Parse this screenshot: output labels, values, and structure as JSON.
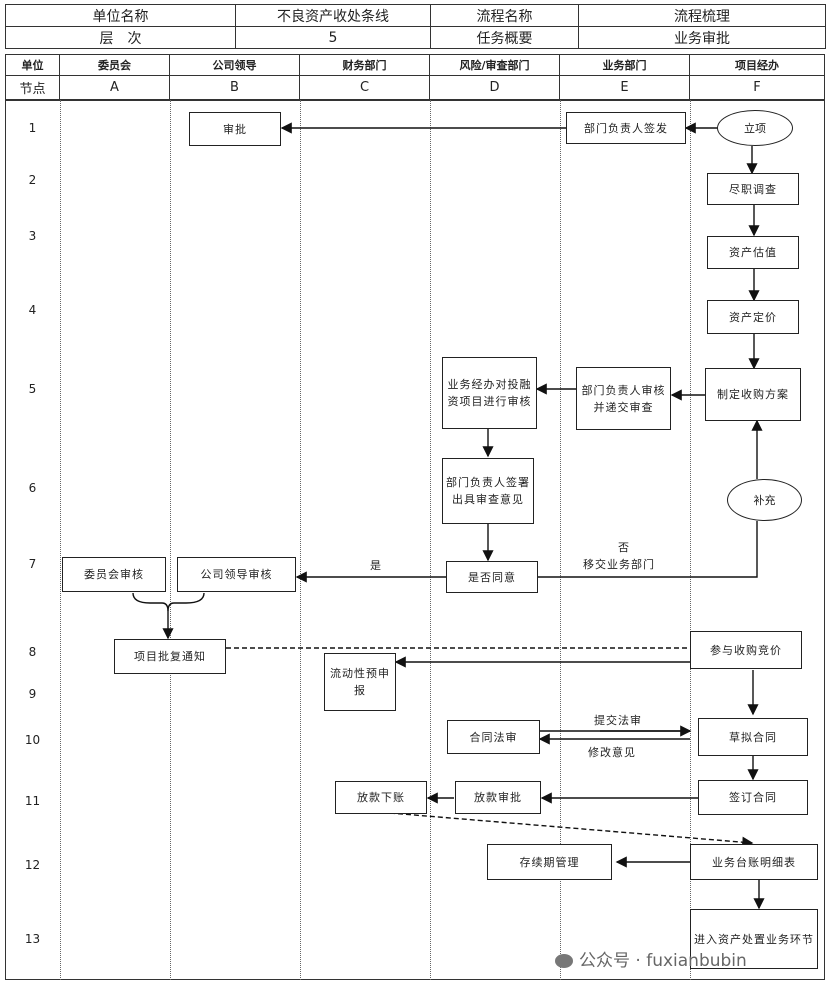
{
  "header": {
    "unit_name_label": "单位名称",
    "unit_name_value": "不良资产收处条线",
    "process_name_label": "流程名称",
    "process_name_value": "流程梳理",
    "level_label": "层　次",
    "level_value": "5",
    "task_label": "任务概要",
    "task_value": "业务审批"
  },
  "columns": {
    "unit_label": "单位",
    "node_label": "节点",
    "lanes": [
      {
        "name": "委员会",
        "letter": "A"
      },
      {
        "name": "公司领导",
        "letter": "B"
      },
      {
        "name": "财务部门",
        "letter": "C"
      },
      {
        "name": "风险/审查部门",
        "letter": "D"
      },
      {
        "name": "业务部门",
        "letter": "E"
      },
      {
        "name": "项目经办",
        "letter": "F"
      }
    ]
  },
  "node_numbers": [
    "1",
    "2",
    "3",
    "4",
    "5",
    "6",
    "7",
    "8",
    "9",
    "10",
    "11",
    "12",
    "13"
  ],
  "boxes": {
    "approve": "审批",
    "dept_head_sign": "部门负责人签发",
    "start": "立项",
    "due_diligence": "尽职调查",
    "asset_valuation": "资产估值",
    "asset_pricing": "资产定价",
    "acquisition_plan": "制定收购方案",
    "dept_head_review": "部门负责人审核并递交审查",
    "risk_review": "业务经办对投融资项目进行审核",
    "risk_head_opinion": "部门负责人签署出具审查意见",
    "supplement": "补充",
    "agree": "是否同意",
    "leader_review": "公司领导审核",
    "committee_review": "委员会审核",
    "approval_notice": "项目批复通知",
    "bidding": "参与收购竞价",
    "liquidity": "流动性预申报",
    "contract_legal": "合同法审",
    "draft_contract": "草拟合同",
    "disbursement": "放款下账",
    "disbursement_review": "放款审批",
    "sign_contract": "签订合同",
    "holding_mgmt": "存续期管理",
    "ledger": "业务台账明细表",
    "disposal": "进入资产处置业务环节"
  },
  "labels": {
    "yes": "是",
    "no": "否",
    "transfer": "移交业务部门",
    "submit_legal": "提交法审",
    "revise": "修改意见"
  },
  "watermark": "公众号 · fuxianbubin"
}
